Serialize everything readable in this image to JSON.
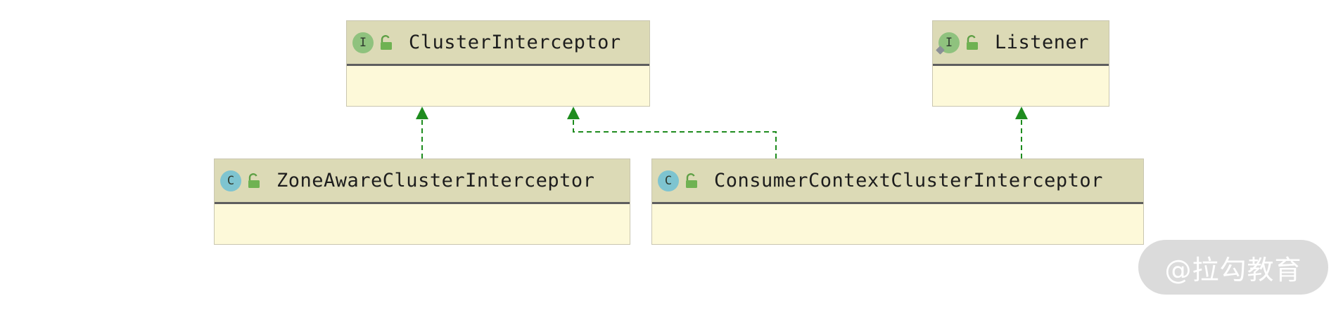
{
  "diagram": {
    "nodes": [
      {
        "id": "cluster-interceptor",
        "name": "ClusterInterceptor",
        "kind": "I",
        "stereotype": "interface"
      },
      {
        "id": "listener",
        "name": "Listener",
        "kind": "I",
        "stereotype": "interface"
      },
      {
        "id": "zone-aware",
        "name": "ZoneAwareClusterInterceptor",
        "kind": "C",
        "stereotype": "class"
      },
      {
        "id": "consumer-context",
        "name": "ConsumerContextClusterInterceptor",
        "kind": "C",
        "stereotype": "class"
      }
    ],
    "edges": [
      {
        "from": "zone-aware",
        "to": "cluster-interceptor",
        "relation": "implements"
      },
      {
        "from": "consumer-context",
        "to": "cluster-interceptor",
        "relation": "implements"
      },
      {
        "from": "consumer-context",
        "to": "listener",
        "relation": "implements"
      }
    ],
    "colors": {
      "header_bg": "#dcdab6",
      "body_bg": "#fdf9d9",
      "edge": "#1e8c1e",
      "interface_badge": "#8fc27e",
      "class_badge": "#7ec4d0"
    }
  },
  "watermark": {
    "text": "@拉勾教育"
  }
}
